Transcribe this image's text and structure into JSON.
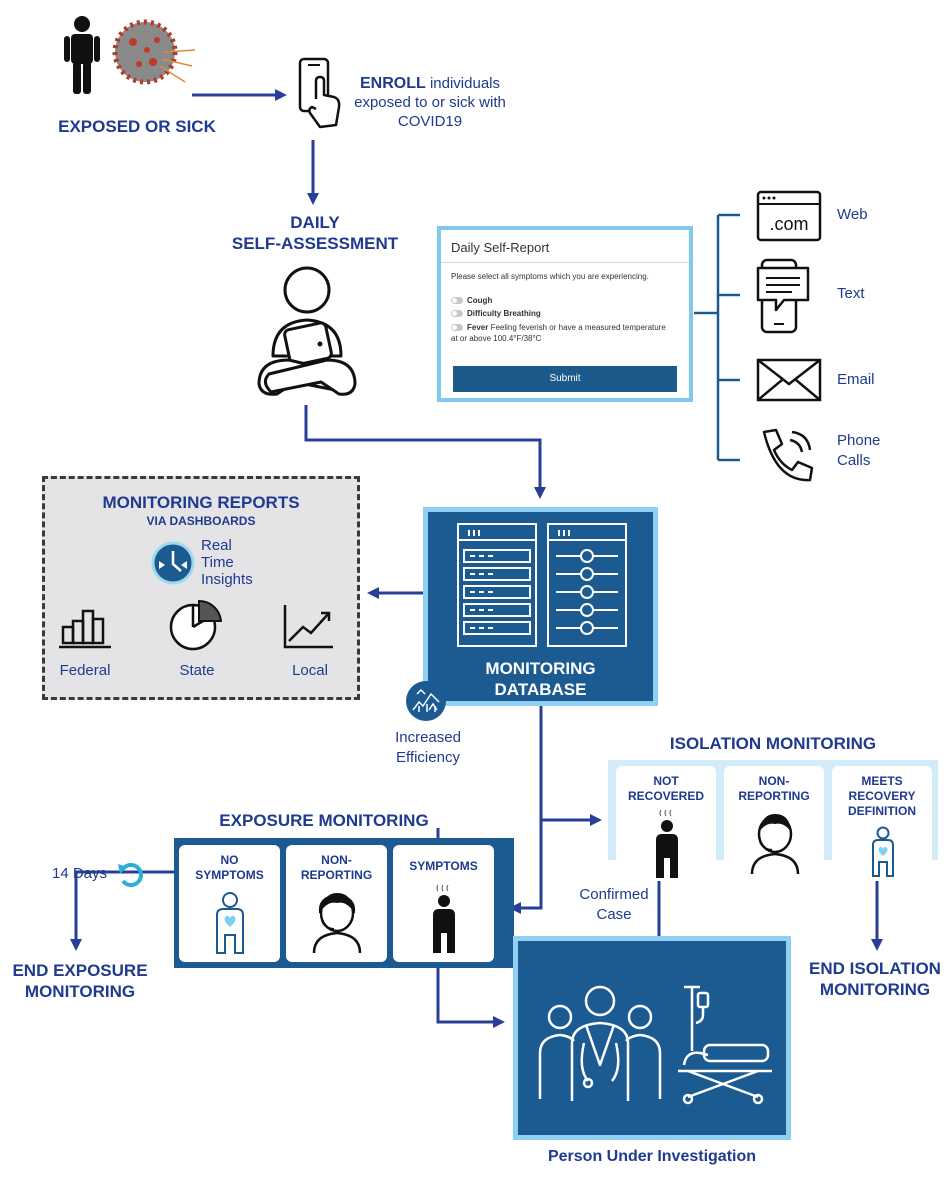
{
  "top": {
    "exposed_label": "EXPOSED OR SICK",
    "enroll_bold": "ENROLL",
    "enroll_line1": " individuals",
    "enroll_line2": "exposed to or sick with",
    "enroll_line3": "COVID19"
  },
  "assessment": {
    "line1": "DAILY",
    "line2": "SELF-ASSESSMENT"
  },
  "report_form": {
    "title": "Daily Self-Report",
    "prompt": "Please select all symptoms which you are experiencing.",
    "options": [
      {
        "label": "Cough",
        "detail": ""
      },
      {
        "label": "Difficulty Breathing",
        "detail": ""
      },
      {
        "label": "Fever",
        "detail": "Feeling feverish or have a measured temperature",
        "detail2": "at or above 100.4°F/38°C"
      }
    ],
    "submit_label": "Submit"
  },
  "channels": {
    "web_glyph": ".com",
    "web": "Web",
    "text": "Text",
    "email": "Email",
    "phone_line1": "Phone",
    "phone_line2": "Calls"
  },
  "reports": {
    "title": "MONITORING REPORTS",
    "subtitle": "VIA DASHBOARDS",
    "insight_line1": "Real",
    "insight_line2": "Time",
    "insight_line3": "Insights",
    "levels": [
      "Federal",
      "State",
      "Local"
    ]
  },
  "database": {
    "line1": "MONITORING",
    "line2": "DATABASE",
    "efficiency_line1": "Increased",
    "efficiency_line2": "Efficiency"
  },
  "exposure": {
    "title": "EXPOSURE MONITORING",
    "cards": [
      {
        "line1": "NO",
        "line2": "SYMPTOMS"
      },
      {
        "line1": "NON-",
        "line2": "REPORTING"
      },
      {
        "line1": "SYMPTOMS",
        "line2": ""
      }
    ],
    "days_label": "14 Days",
    "end_line1": "END EXPOSURE",
    "end_line2": "MONITORING"
  },
  "isolation": {
    "title": "ISOLATION MONITORING",
    "cards": [
      {
        "line1": "NOT",
        "line2": "RECOVERED",
        "line3": ""
      },
      {
        "line1": "NON-",
        "line2": "REPORTING",
        "line3": ""
      },
      {
        "line1": "MEETS",
        "line2": "RECOVERY",
        "line3": "DEFINITION"
      }
    ],
    "end_line1": "END ISOLATION",
    "end_line2": "MONITORING"
  },
  "pui": {
    "confirmed_line1": "Confirmed",
    "confirmed_line2": "Case",
    "label": "Person Under Investigation"
  },
  "colors": {
    "navy_arrow": "#283f98",
    "panel_blue": "#1c5a92",
    "light_blue": "#8fd0f2",
    "iso_bg": "#d3ecf9",
    "cycle_cyan": "#2bb0dc"
  }
}
